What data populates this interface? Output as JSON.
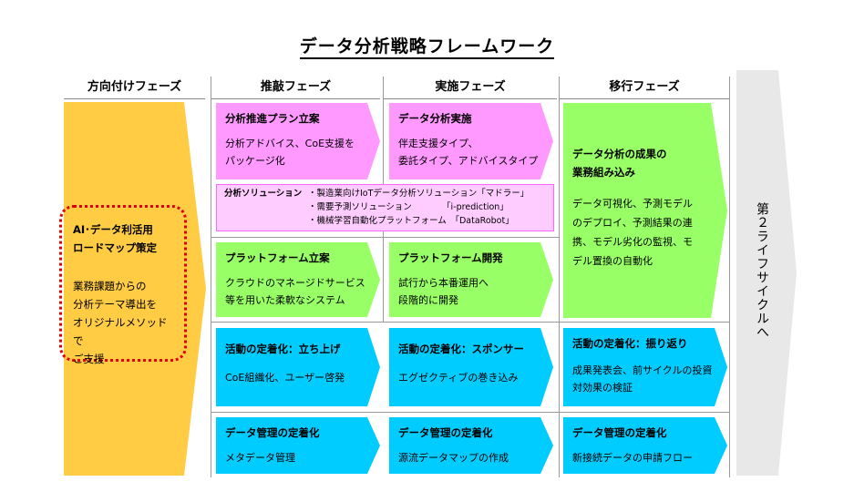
{
  "title": "データ分析戦略フレームワーク",
  "phases": [
    "方向付けフェーズ",
    "推敲フェーズ",
    "実施フェーズ",
    "移行フェーズ"
  ],
  "direction": {
    "heading_line1": "AI･データ利活用",
    "heading_line2": "ロードマップ策定",
    "body_line1": "業務課題からの",
    "body_line2": "分析テーマ導出を",
    "body_line3": "オリジナルメソッドで",
    "body_line4": "ご支援"
  },
  "pink": [
    {
      "heading": "分析推進プラン立案",
      "line1": "分析アドバイス、CoE支援を",
      "line2": "パッケージ化"
    },
    {
      "heading": "データ分析実施",
      "line1": "伴走支援タイプ、",
      "line2": "委託タイプ、アドバイスタイプ"
    }
  ],
  "solutions": {
    "label": "分析ソリューション",
    "items": [
      "・製造業向けIoTデータ分析ソリューション「マドラー」",
      "・需要予測ソリューション　　　　「i-prediction」",
      "・機械学習自動化プラットフォーム　「DataRobot」"
    ]
  },
  "green": [
    {
      "heading": "プラットフォーム立案",
      "line1": "クラウドのマネージドサービス",
      "line2": "等を用いた柔軟なシステム"
    },
    {
      "heading": "プラットフォーム開発",
      "line1": "試行から本番運用へ",
      "line2": "段階的に開発"
    }
  ],
  "transition": {
    "heading_line1": "データ分析の成果の",
    "heading_line2": "業務組み込み",
    "line1": "データ可視化、予測モデル",
    "line2": "のデプロイ、予測結果の連",
    "line3": "携、モデル劣化の監視、モ",
    "line4": "デル置換の自動化"
  },
  "activity": [
    {
      "heading": "活動の定着化：立ち上げ",
      "line1": "CoE組織化、ユーザー啓発",
      "line2": ""
    },
    {
      "heading": "活動の定着化：スポンサー",
      "line1": "エグゼクティブの巻き込み",
      "line2": ""
    },
    {
      "heading": "活動の定着化：振り返り",
      "line1": "成果発表会、前サイクルの投資",
      "line2": "対効果の検証"
    }
  ],
  "data_mgmt": [
    {
      "heading": "データ管理の定着化",
      "line1": "メタデータ管理"
    },
    {
      "heading": "データ管理の定着化",
      "line1": "源流データマップの作成"
    },
    {
      "heading": "データ管理の定着化",
      "line1": "新接続データの申請フロー"
    }
  ],
  "next_cycle": "第２ライフサイクルへ",
  "colors": {
    "yellow": "#ffcc44",
    "pink": "#ff99ff",
    "green": "#99ff66",
    "cyan": "#00ccff",
    "red_dotted": "#e00000",
    "gray": "#e8e8e8"
  }
}
